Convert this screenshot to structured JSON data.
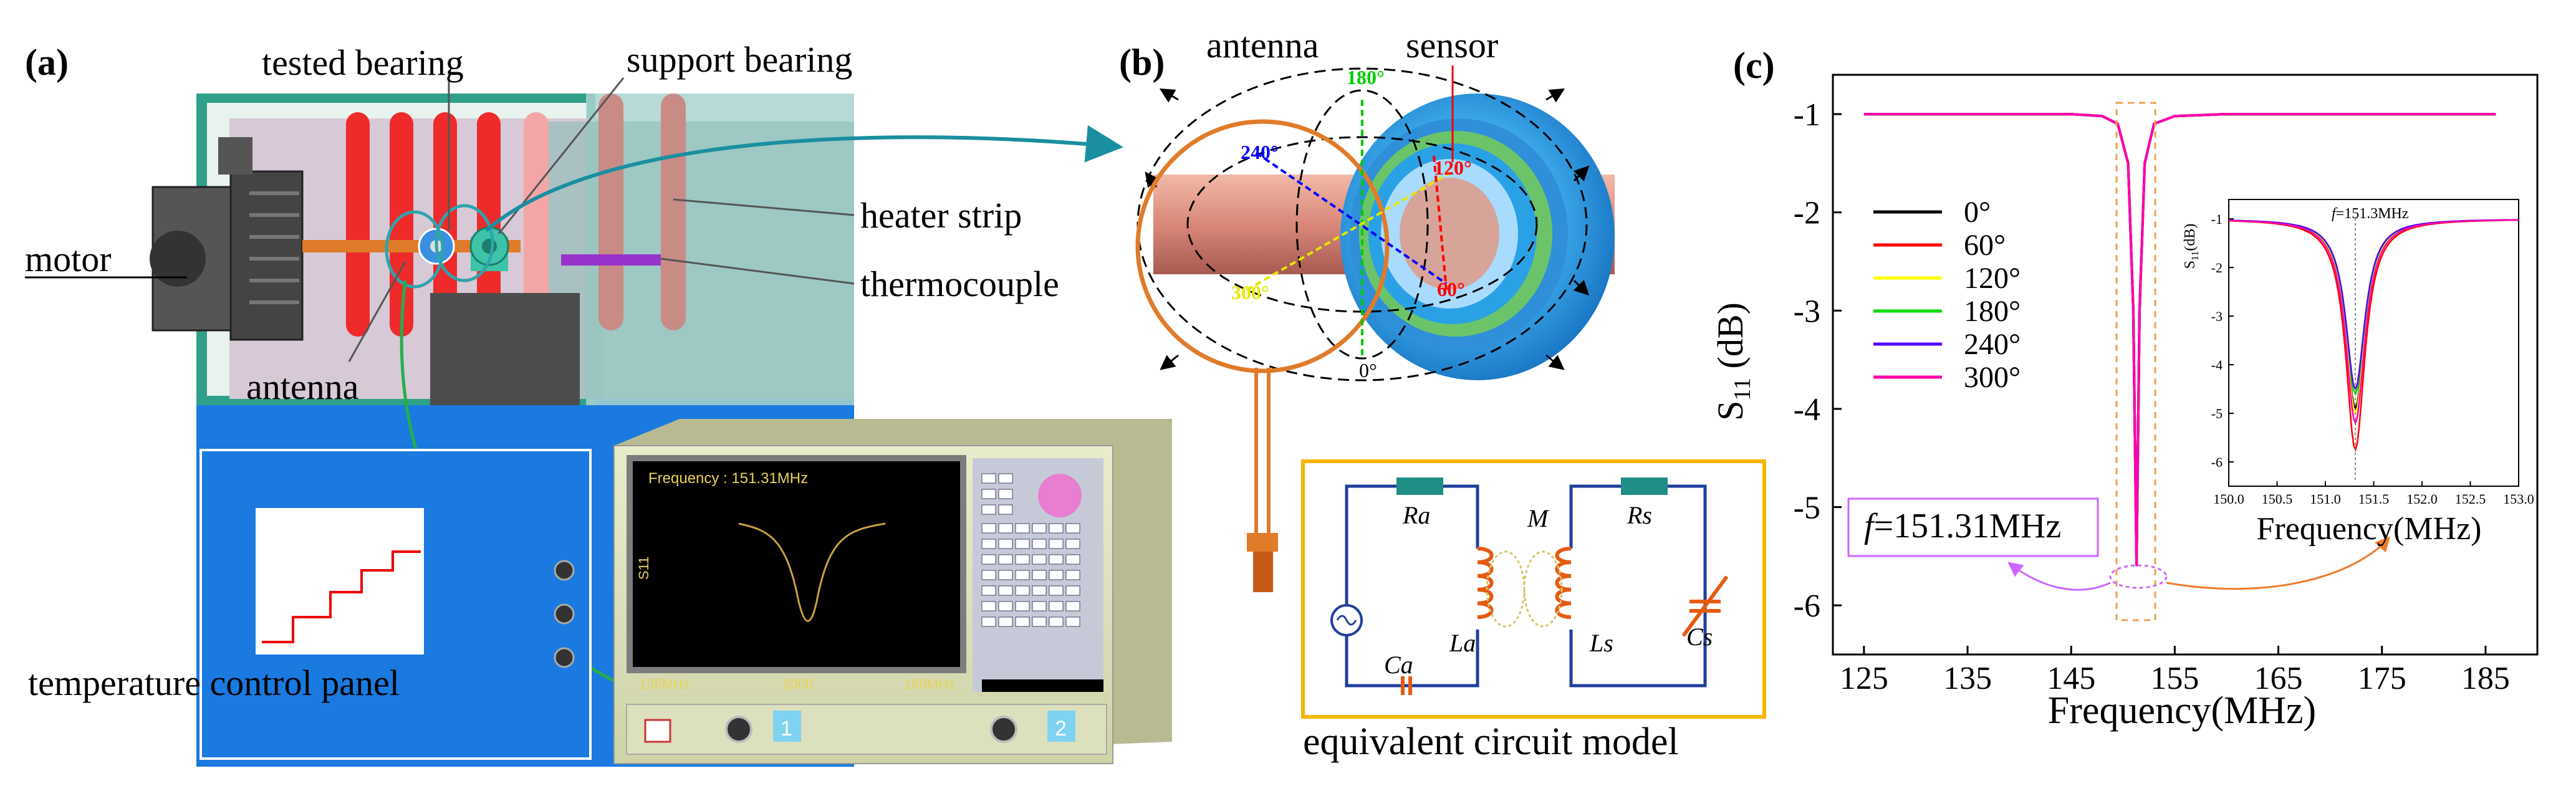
{
  "panel_a": {
    "label": "(a)",
    "labels": {
      "tested_bearing": "tested bearing",
      "support_bearing": "support bearing",
      "heater_strip": "heater strip",
      "thermocouple": "thermocouple",
      "motor": "motor",
      "antenna": "antenna",
      "temperature_control_panel": "temperature control panel"
    },
    "analyzer": {
      "screen_title": "Frequency : 151.31MHz",
      "screen_ylabel": "S11",
      "screen_x_left": "135MHz",
      "screen_x_mid": "2000",
      "screen_x_right": "160MHz",
      "port1": "1",
      "port2": "2"
    }
  },
  "panel_b": {
    "label": "(b)",
    "labels": {
      "antenna": "antenna",
      "sensor": "sensor",
      "circuit_title": "equivalent circuit model"
    },
    "angles": {
      "a0": "0°",
      "a60": "60°",
      "a120": "120°",
      "a180": "180°",
      "a240": "240°",
      "a300": "300°"
    },
    "angle_colors": {
      "a0": "#000000",
      "a60": "#ff0000",
      "a120": "#ff0000",
      "a180": "#00cc00",
      "a240": "#0000ff",
      "a300": "#e6e600"
    },
    "circuit": {
      "Ra": "Ra",
      "La": "La",
      "Ca": "Ca",
      "M": "M",
      "Rs": "Rs",
      "Ls": "Ls",
      "Cs": "Cs"
    }
  },
  "panel_c": {
    "label": "(c)",
    "annotation": "f=151.31MHz",
    "annotation_italic": "f",
    "annotation_rest": "=151.31MHz",
    "inset_annotation_italic": "f",
    "inset_annotation_rest": "=151.3MHz"
  },
  "chart_data": [
    {
      "type": "line",
      "xlabel": "Frequency(MHz)",
      "ylabel": "S11 (dB)",
      "xlim": [
        122,
        190
      ],
      "ylim": [
        -6.5,
        -0.6
      ],
      "xticks": [
        "125",
        "135",
        "145",
        "155",
        "165",
        "175",
        "185"
      ],
      "yticks": [
        "-1",
        "-2",
        "-3",
        "-4",
        "-5",
        "-6"
      ],
      "series": [
        {
          "name": "0°",
          "color": "#000000"
        },
        {
          "name": "60°",
          "color": "#ff0000"
        },
        {
          "name": "120°",
          "color": "#ffff00"
        },
        {
          "name": "180°",
          "color": "#00dd00"
        },
        {
          "name": "240°",
          "color": "#5500ff"
        },
        {
          "name": "300°",
          "color": "#ff00aa"
        }
      ],
      "x": [
        125,
        140,
        145,
        148,
        149.5,
        150.5,
        151.0,
        151.31,
        151.6,
        152.1,
        153.0,
        155,
        160,
        175,
        186
      ],
      "values": [
        -1.0,
        -1.0,
        -1.0,
        -1.02,
        -1.1,
        -1.5,
        -3.0,
        -5.6,
        -3.0,
        -1.5,
        -1.1,
        -1.02,
        -1.0,
        -1.0,
        -1.0
      ],
      "min_point": {
        "x": 151.31,
        "y": -5.6
      }
    },
    {
      "type": "line",
      "xlabel": "Frequency(MHz)",
      "ylabel": "S11(dB)",
      "ylabel_main": "S",
      "ylabel_sub": "11",
      "ylabel_unit": "(dB)",
      "xlim": [
        150.0,
        153.0
      ],
      "ylim": [
        -6.5,
        -0.6
      ],
      "xticks": [
        "150.0",
        "150.5",
        "151.0",
        "151.5",
        "152.0",
        "152.5",
        "153.0"
      ],
      "yticks": [
        "-1",
        "-2",
        "-3",
        "-4",
        "-5",
        "-6"
      ],
      "series": [
        {
          "name": "0°",
          "color": "#000000",
          "min": -4.9
        },
        {
          "name": "60°",
          "color": "#ff0000",
          "min": -5.75
        },
        {
          "name": "120°",
          "color": "#ffff00",
          "min": -5.0
        },
        {
          "name": "180°",
          "color": "#00dd00",
          "min": -4.6
        },
        {
          "name": "240°",
          "color": "#5500ff",
          "min": -4.5
        },
        {
          "name": "300°",
          "color": "#ff00aa",
          "min": -5.2
        }
      ],
      "center_x": 151.31,
      "width": 0.12
    }
  ]
}
